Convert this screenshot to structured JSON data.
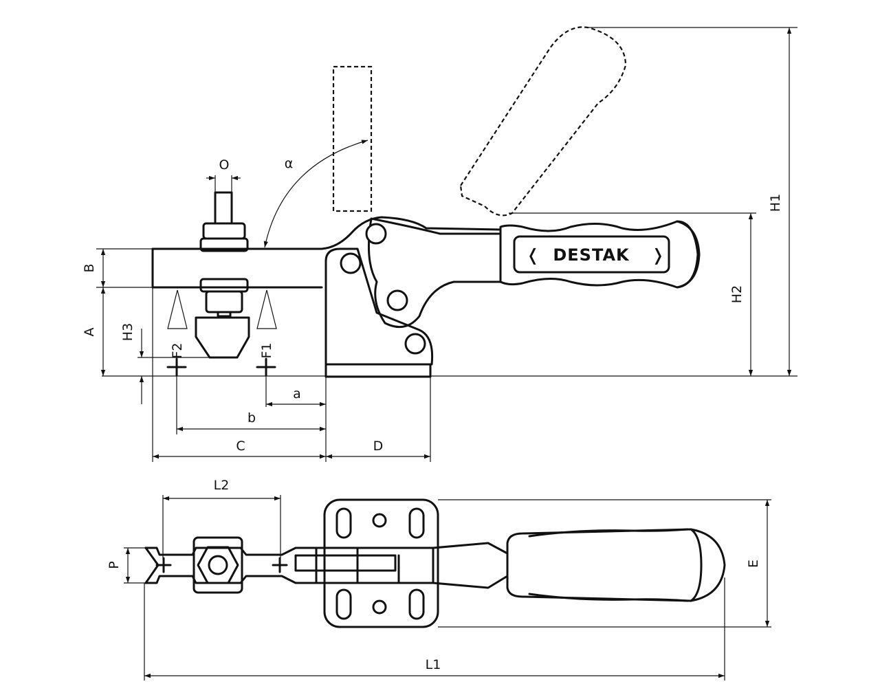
{
  "brand": "DESTAK",
  "dimensions": {
    "O": "O",
    "alpha": "α",
    "B": "B",
    "A": "A",
    "H3": "H3",
    "F2": "F2",
    "F1": "F1",
    "a": "a",
    "b": "b",
    "C": "C",
    "D": "D",
    "H1": "H1",
    "H2": "H2",
    "L2": "L2",
    "P": "P",
    "E": "E",
    "L1": "L1"
  }
}
